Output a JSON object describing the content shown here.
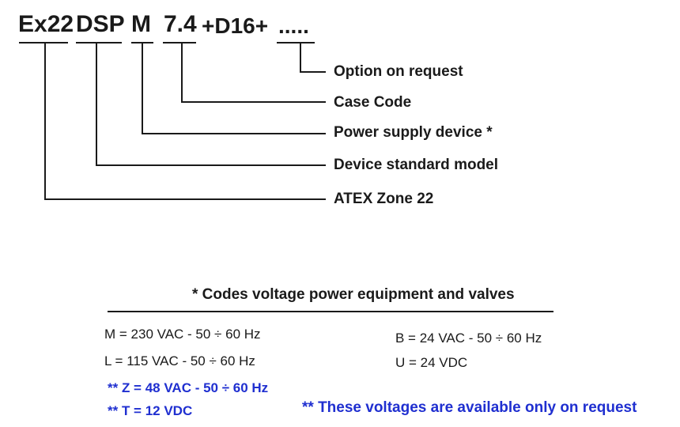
{
  "code_parts": {
    "zone": "Ex22",
    "model": "DSP",
    "power": "M",
    "case": "7.4",
    "extra": "+D16+",
    "option": "....."
  },
  "descriptions": {
    "option": "Option on request",
    "case": "Case Code",
    "power": "Power supply device *",
    "model": "Device standard model",
    "zone": "ATEX Zone 22"
  },
  "voltage_table": {
    "heading": "* Codes voltage power equipment and valves",
    "left": [
      "M = 230 VAC - 50 ÷ 60 Hz",
      "L = 115 VAC - 50 ÷ 60 Hz"
    ],
    "right": [
      "B = 24 VAC - 50 ÷ 60 Hz",
      "U = 24 VDC"
    ],
    "on_request": [
      "** Z = 48 VAC - 50 ÷ 60 Hz",
      "** T = 12 VDC"
    ],
    "note": "** These voltages are available only on request"
  },
  "colors": {
    "text": "#1a1a1a",
    "request_blue": "#1f2fd0",
    "lines": "#1a1a1a"
  }
}
